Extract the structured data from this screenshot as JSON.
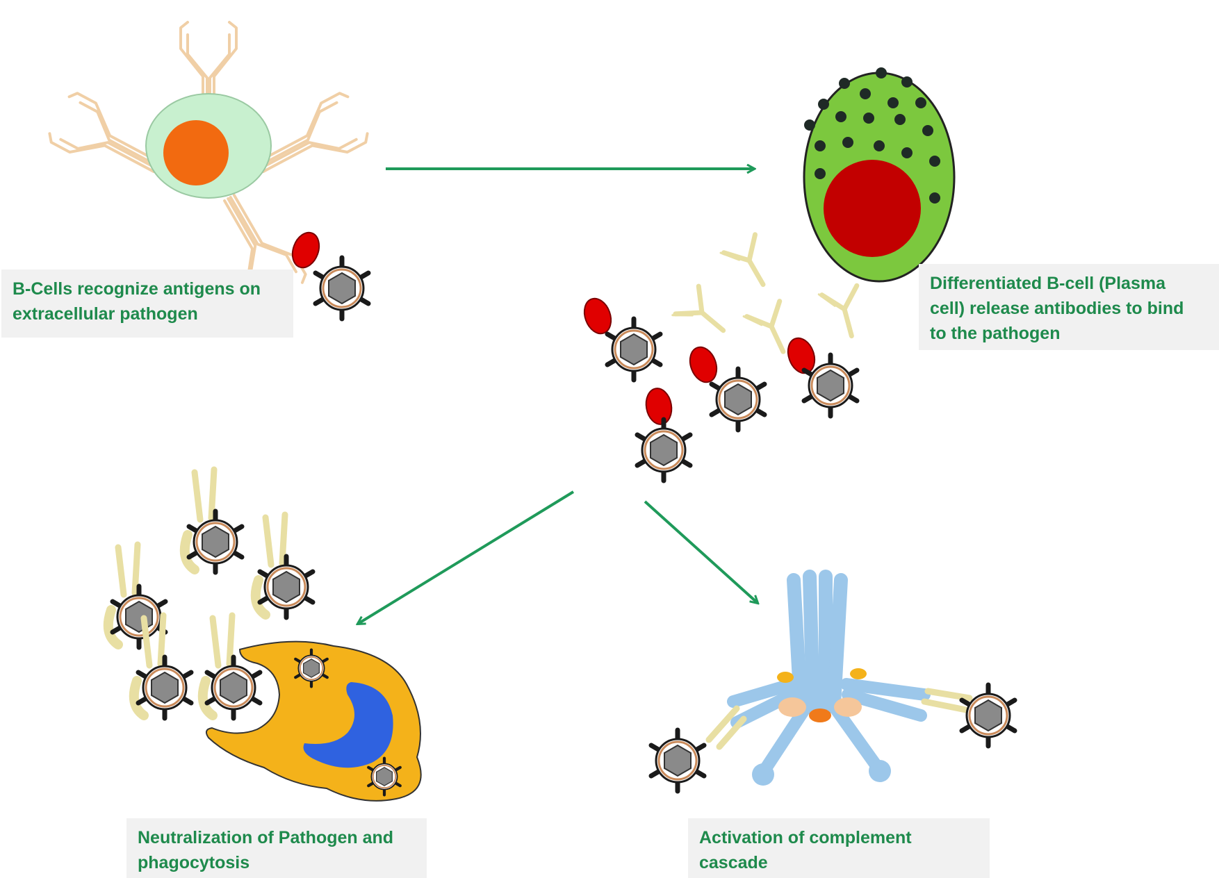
{
  "captions": {
    "bcell_recognize": {
      "line1": "B-Cells recognize antigens on",
      "line2": "extracellular pathogen"
    },
    "plasma_release": {
      "line1": "Differentiated B-cell (Plasma",
      "line2": "cell) release antibodies  to bind",
      "line3": "to the pathogen"
    },
    "neutralization": {
      "line1": "Neutralization of Pathogen and",
      "line2": "phagocytosis"
    },
    "complement": {
      "line1": "Activation of complement",
      "line2": "cascade"
    }
  },
  "colors": {
    "arrow": "#1f9a5a",
    "caption_text": "#1e8a4c",
    "caption_bg": "#f1f1f1",
    "bcell_cytoplasm": "#c8f0cf",
    "bcell_nucleus": "#f26a10",
    "receptor": "#f0cfa6",
    "plasma_cytoplasm": "#7cc83e",
    "plasma_nucleus": "#c20000",
    "plasma_granule": "#1f2a26",
    "antigen": "#e00000",
    "pathogen_core": "#8a8a8a",
    "pathogen_ring": "#c98a5a",
    "antibody": "#e8dfa3",
    "phagocyte": "#f4b21a",
    "phagocyte_nucleus": "#2f62e0",
    "complement_protein": "#9cc7ea"
  }
}
